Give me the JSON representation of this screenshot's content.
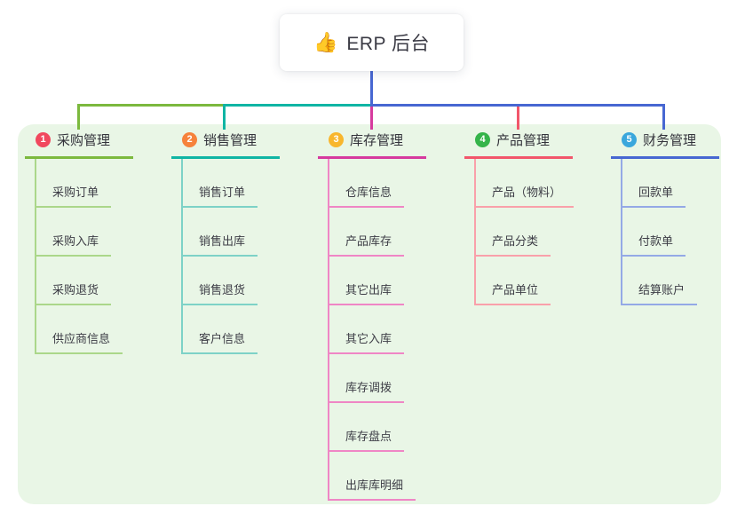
{
  "root": {
    "icon": "👍",
    "label": "ERP 后台"
  },
  "panel_background": "#e9f6e6",
  "connector_stem_color": "#4767d2",
  "branches": [
    {
      "number": "1",
      "label": "采购管理",
      "colors": {
        "main": "#7cb93e",
        "light": "#abd78a",
        "badge": "#f1485e"
      },
      "children": [
        "采购订单",
        "采购入库",
        "采购退货",
        "供应商信息"
      ]
    },
    {
      "number": "2",
      "label": "销售管理",
      "colors": {
        "main": "#10b5a4",
        "light": "#7dd2c7",
        "badge": "#f6823b"
      },
      "children": [
        "销售订单",
        "销售出库",
        "销售退货",
        "客户信息"
      ]
    },
    {
      "number": "3",
      "label": "库存管理",
      "colors": {
        "main": "#d63a9e",
        "light": "#ef86c5",
        "badge": "#f8b62d"
      },
      "children": [
        "仓库信息",
        "产品库存",
        "其它出库",
        "其它入库",
        "库存调拨",
        "库存盘点",
        "出库库明细"
      ]
    },
    {
      "number": "4",
      "label": "产品管理",
      "colors": {
        "main": "#f2566b",
        "light": "#f9a0aa",
        "badge": "#35b44a"
      },
      "children": [
        "产品（物料）",
        "产品分类",
        "产品单位"
      ]
    },
    {
      "number": "5",
      "label": "财务管理",
      "colors": {
        "main": "#4767d2",
        "light": "#94a9e6",
        "badge": "#3aa7dc"
      },
      "children": [
        "回款单",
        "付款单",
        "结算账户"
      ]
    }
  ]
}
